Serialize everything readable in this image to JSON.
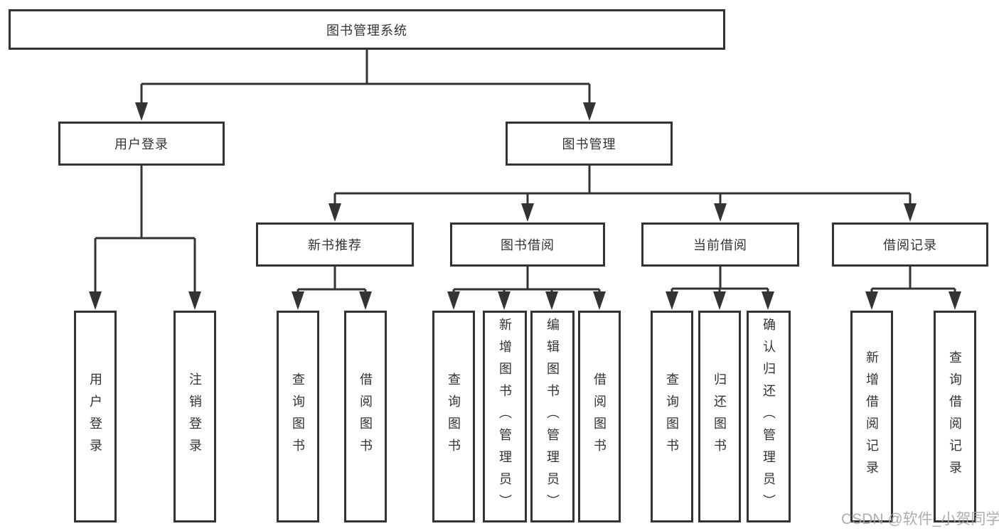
{
  "tree": {
    "label": "图书管理系统",
    "children": [
      {
        "label": "用户登录",
        "children": [
          {
            "label": "用户登录"
          },
          {
            "label": "注销登录"
          }
        ]
      },
      {
        "label": "图书管理",
        "children": [
          {
            "label": "新书推荐",
            "children": [
              {
                "label": "查询图书"
              },
              {
                "label": "借阅图书"
              }
            ]
          },
          {
            "label": "图书借阅",
            "children": [
              {
                "label": "查询图书"
              },
              {
                "label": "新增图书（管理员）"
              },
              {
                "label": "编辑图书（管理员）"
              },
              {
                "label": "借阅图书"
              }
            ]
          },
          {
            "label": "当前借阅",
            "children": [
              {
                "label": "查询图书"
              },
              {
                "label": "归还图书"
              },
              {
                "label": "确认归还（管理员）"
              }
            ]
          },
          {
            "label": "借阅记录",
            "children": [
              {
                "label": "新增借阅记录"
              },
              {
                "label": "查询借阅记录"
              }
            ]
          }
        ]
      }
    ]
  },
  "watermark": {
    "text": "CSDN @软件_小贺同学"
  },
  "colors": {
    "line": "#333333",
    "box_border": "#333333",
    "text": "#333333",
    "watermark": "#a5a5a5",
    "background": "#ffffff"
  }
}
